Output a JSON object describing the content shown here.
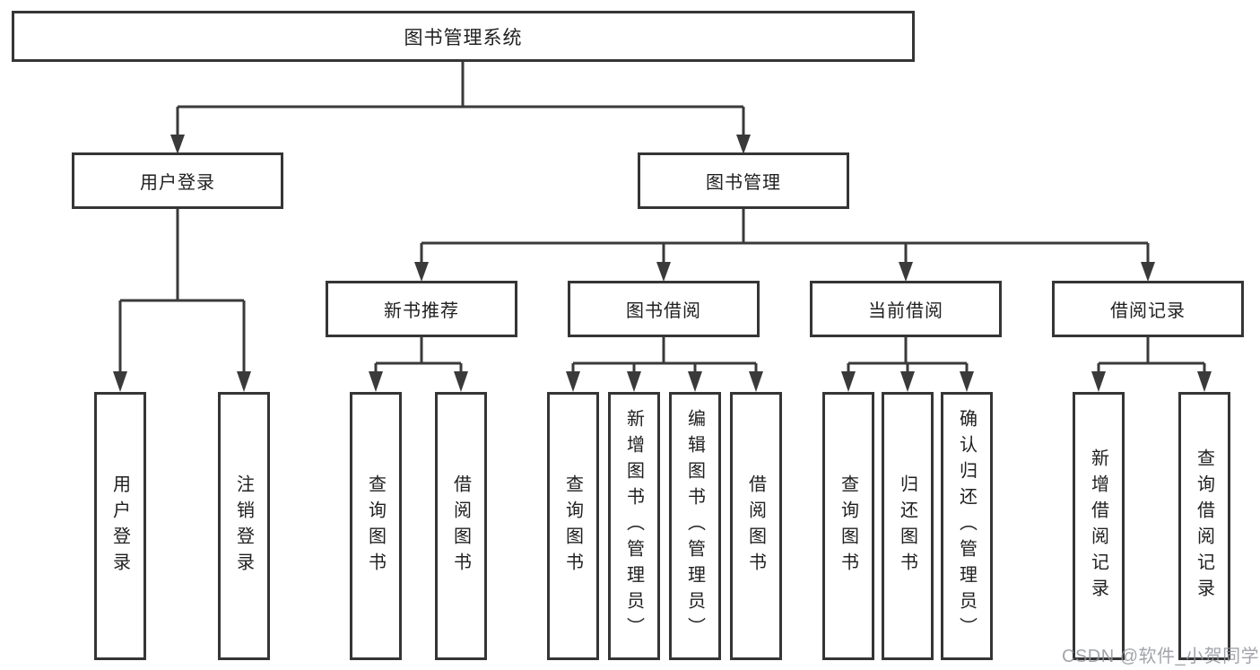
{
  "colors": {
    "line": "#3a3a3a",
    "border": "#353535",
    "watermark": "#92959c"
  },
  "diagram": {
    "root": {
      "label": "图书管理系统"
    },
    "branches": [
      {
        "label": "用户登录",
        "children": [
          {
            "label": "用户登录"
          },
          {
            "label": "注销登录"
          }
        ]
      },
      {
        "label": "图书管理",
        "groups": [
          {
            "label": "新书推荐",
            "children": [
              {
                "label": "查询图书"
              },
              {
                "label": "借阅图书"
              }
            ]
          },
          {
            "label": "图书借阅",
            "children": [
              {
                "label": "查询图书"
              },
              {
                "label": "新增图书（管理员）"
              },
              {
                "label": "编辑图书（管理员）"
              },
              {
                "label": "借阅图书"
              }
            ]
          },
          {
            "label": "当前借阅",
            "children": [
              {
                "label": "查询图书"
              },
              {
                "label": "归还图书"
              },
              {
                "label": "确认归还（管理员）"
              }
            ]
          },
          {
            "label": "借阅记录",
            "children": [
              {
                "label": "新增借阅记录"
              },
              {
                "label": "查询借阅记录"
              }
            ]
          }
        ]
      }
    ]
  },
  "watermark": {
    "text": "CSDN @软件_小贺同学"
  }
}
